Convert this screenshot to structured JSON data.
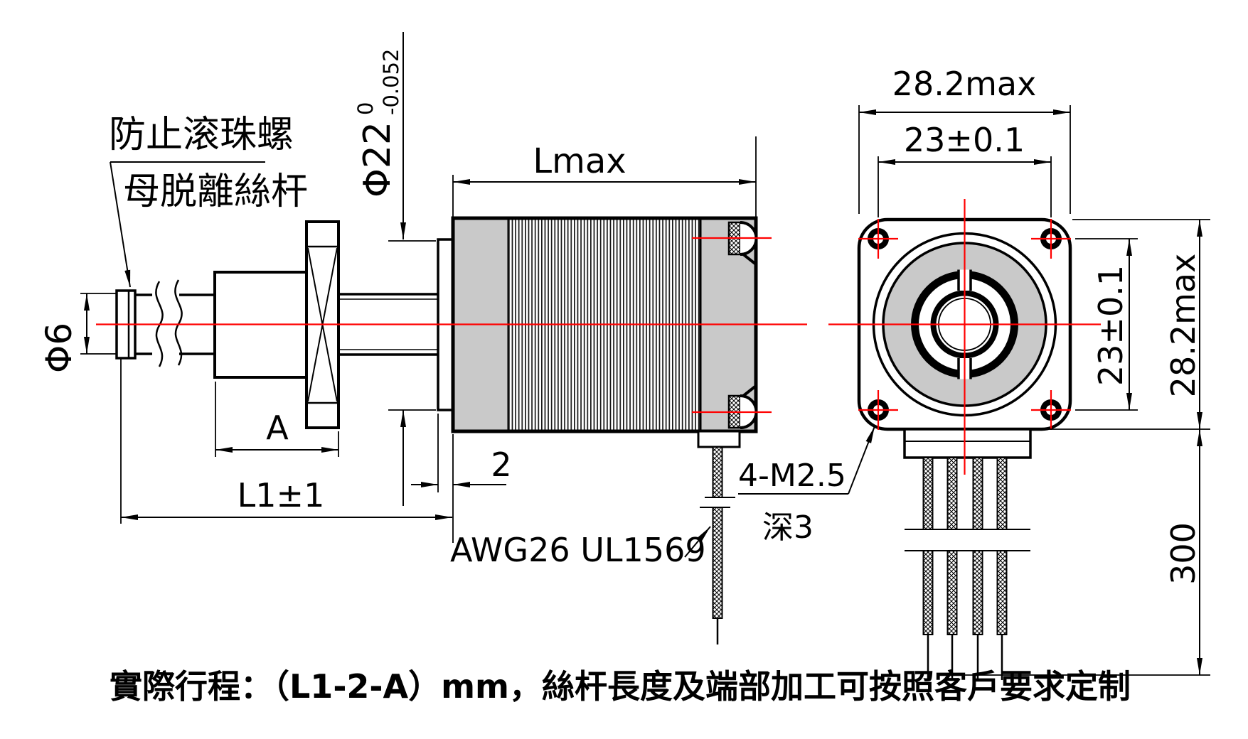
{
  "drawing": {
    "labels": {
      "note_line1": "防止滚珠螺",
      "note_line2": "母脱離絲杆",
      "footer": "實際行程：（L1-2-A）mm，絲杆長度及端部加工可按照客戶要求定制"
    },
    "side_view": {
      "screw_diameter": "Φ6",
      "pilot_diameter": "Φ22",
      "pilot_tol_upper": "0",
      "pilot_tol_lower": "-0.052",
      "body_length": "Lmax",
      "nut_length": "A",
      "total_length": "L1±1",
      "pilot_protrusion": "2",
      "wire_spec": "AWG26 UL1569"
    },
    "front_view": {
      "width_max": "28.2max",
      "hole_spacing_horizontal": "23±0.1",
      "hole_spacing_vertical": "23±0.1",
      "height_max": "28.2max",
      "mounting_holes": "4-M2.5",
      "hole_depth": "深3",
      "lead_length": "300"
    },
    "colors": {
      "centerline_red": "#ff0000",
      "body_gray": "#c9c9c9",
      "line_black": "#000000"
    }
  }
}
